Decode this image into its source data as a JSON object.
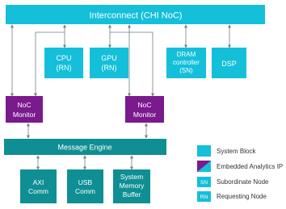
{
  "colors": {
    "system_block": "#14bfd9",
    "bus": "#14a7b5",
    "message_engine": "#0f8f94",
    "embedded_ip": "#7a1a8c",
    "wire": "#6f7f86"
  },
  "interconnect": {
    "label": "Interconnect (CHI NoC)"
  },
  "cpu": {
    "line1": "CPU",
    "line2": "(RN)"
  },
  "gpu": {
    "line1": "GPU",
    "line2": "(RN)"
  },
  "dram": {
    "line1": "DRAM",
    "line2": "controller",
    "line3": "(SN)"
  },
  "dsp": {
    "label": "DSP"
  },
  "noc_monitor_left": {
    "line1": "NoC",
    "line2": "Monitor"
  },
  "noc_monitor_right": {
    "line1": "NoC",
    "line2": "Monitor"
  },
  "message_engine": {
    "label": "Message Engine"
  },
  "axi": {
    "line1": "AXI",
    "line2": "Comm"
  },
  "usb": {
    "line1": "USB",
    "line2": "Comm"
  },
  "sysmem": {
    "line1": "System",
    "line2": "Memory",
    "line3": "Buffer"
  },
  "legend": {
    "system_block": "System Block",
    "embedded_ip": "Embedded Analytics IP",
    "sn_tag": "SN",
    "sn_label": "Subordinate Node",
    "rn_tag": "RN",
    "rn_label": "Requesting Node"
  }
}
